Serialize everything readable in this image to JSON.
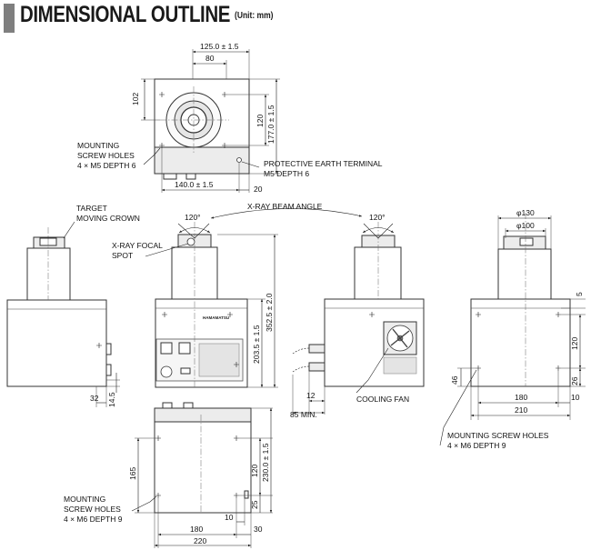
{
  "header": {
    "title": "DIMENSIONAL OUTLINE",
    "unit": "(Unit: mm)"
  },
  "dimensions": {
    "top_width": "125.0 ± 1.5",
    "top_80": "80",
    "top_102": "102",
    "top_120": "120",
    "top_177": "177.0 ± 1.5",
    "top_140": "140.0 ± 1.5",
    "top_20": "20",
    "front_352": "352.5 ± 2.0",
    "front_203": "203.5 ± 1.5",
    "left_32": "32",
    "left_14": "14.5",
    "angle_left": "120°",
    "angle_right": "120°",
    "right_12": "12",
    "right_85": "85 MIN.",
    "side_130": "φ130",
    "side_100": "φ100",
    "side_5": "5",
    "side_120": "120",
    "side_26": "26",
    "side_46": "46",
    "side_180": "180",
    "side_10": "10",
    "side_210": "210",
    "bottom_165": "165",
    "bottom_120": "120",
    "bottom_230": "230.0 ± 1.5",
    "bottom_25": "25",
    "bottom_10": "10",
    "bottom_180": "180",
    "bottom_30": "30",
    "bottom_220": "220"
  },
  "notes": {
    "top_mount_1": "MOUNTING",
    "top_mount_2": "SCREW HOLES",
    "top_mount_3": "4 × M5  DEPTH 6",
    "earth_1": "PROTECTIVE EARTH TERMINAL",
    "earth_2": "M5 DEPTH 6",
    "target_1": "TARGET",
    "target_2": "MOVING CROWN",
    "beam_angle": "X-RAY BEAM ANGLE",
    "focal_1": "X-RAY FOCAL",
    "focal_2": "SPOT",
    "cooling_fan": "COOLING FAN",
    "side_mount_1": "MOUNTING SCREW HOLES",
    "side_mount_2": "4 × M6  DEPTH 9",
    "bottom_mount_1": "MOUNTING",
    "bottom_mount_2": "SCREW HOLES",
    "bottom_mount_3": "4 × M6  DEPTH 9",
    "brand": "HAMAMATSU"
  }
}
